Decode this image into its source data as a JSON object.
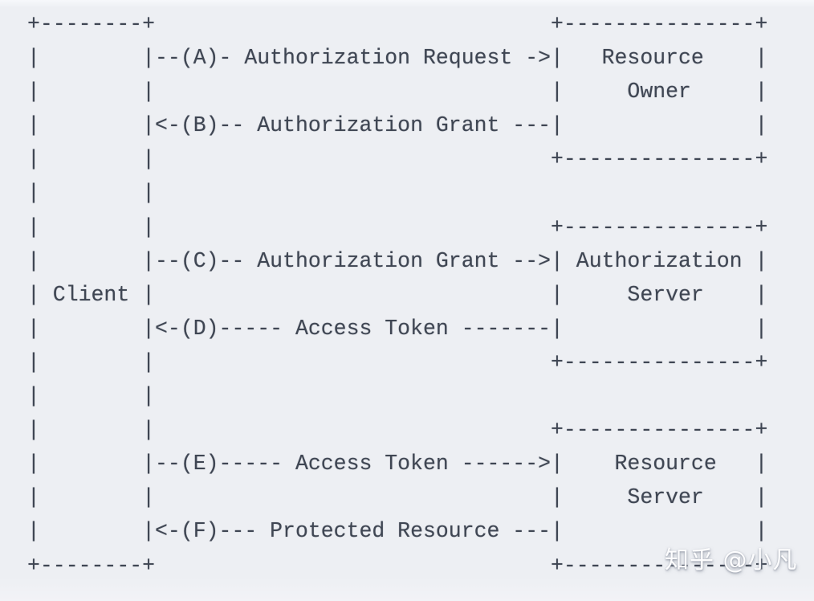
{
  "page": {
    "background_color": "#edeff3",
    "text_color": "#3f4653",
    "font_style": "monospace-ascii-art"
  },
  "diagram": {
    "kind": "ascii-flow-diagram",
    "lines": [
      "+--------+                               +---------------+",
      "|        |--(A)- Authorization Request ->|   Resource    |",
      "|        |                               |     Owner     |",
      "|        |<-(B)-- Authorization Grant ---|               |",
      "|        |                               +---------------+",
      "|        |",
      "|        |                               +---------------+",
      "|        |--(C)-- Authorization Grant -->| Authorization |",
      "| Client |                               |     Server    |",
      "|        |<-(D)----- Access Token -------|               |",
      "|        |                               +---------------+",
      "|        |",
      "|        |                               +---------------+",
      "|        |--(E)----- Access Token ------>|    Resource   |",
      "|        |                               |     Server    |",
      "|        |<-(F)--- Protected Resource ---|               |",
      "+--------+                               +---------------+"
    ]
  },
  "flow": {
    "actors": [
      "Client",
      "Resource Owner",
      "Authorization Server",
      "Resource Server"
    ],
    "steps": [
      {
        "id": "A",
        "label": "Authorization Request",
        "from": "Client",
        "to": "Resource Owner"
      },
      {
        "id": "B",
        "label": "Authorization Grant",
        "from": "Resource Owner",
        "to": "Client"
      },
      {
        "id": "C",
        "label": "Authorization Grant",
        "from": "Client",
        "to": "Authorization Server"
      },
      {
        "id": "D",
        "label": "Access Token",
        "from": "Authorization Server",
        "to": "Client"
      },
      {
        "id": "E",
        "label": "Access Token",
        "from": "Client",
        "to": "Resource Server"
      },
      {
        "id": "F",
        "label": "Protected Resource",
        "from": "Resource Server",
        "to": "Client"
      }
    ]
  },
  "watermark": {
    "text": "知乎 @小凡",
    "color": "#fdfdfe"
  }
}
